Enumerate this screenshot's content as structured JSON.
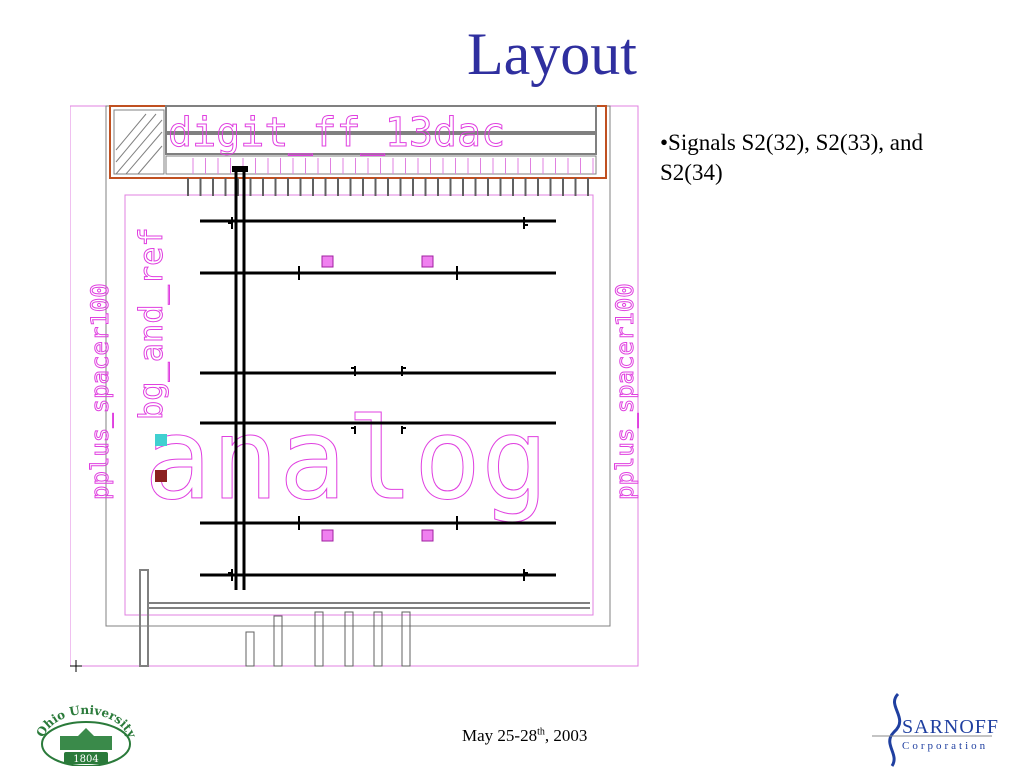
{
  "slide": {
    "title": "Layout",
    "bullet": "•Signals S2(32), S2(33), and S2(34)"
  },
  "layout_drawing": {
    "labels": {
      "top_block": "digit_ff_13dac",
      "left_side": "pplus_spacer100",
      "right_side": "pplus_spacer100",
      "vertical_mid": "bg_and_ref",
      "main": "analog"
    },
    "colors": {
      "trace": "#000000",
      "label": "#e040e0",
      "highlight": "#c03030",
      "cyan_pad": "#40d0d0",
      "maroon_pad": "#8b2020"
    }
  },
  "footer": {
    "date_pre": "May 25-28",
    "date_sup": "th",
    "date_post": ", 2003"
  },
  "logos": {
    "ohio": {
      "arc_text": "Ohio University",
      "year": "1804"
    },
    "sarnoff": {
      "name": "SARNOFF",
      "sub": "Corporation"
    }
  },
  "theme": {
    "title_color": "#2f2f9f",
    "sarnoff_blue": "#1f3fa0"
  }
}
